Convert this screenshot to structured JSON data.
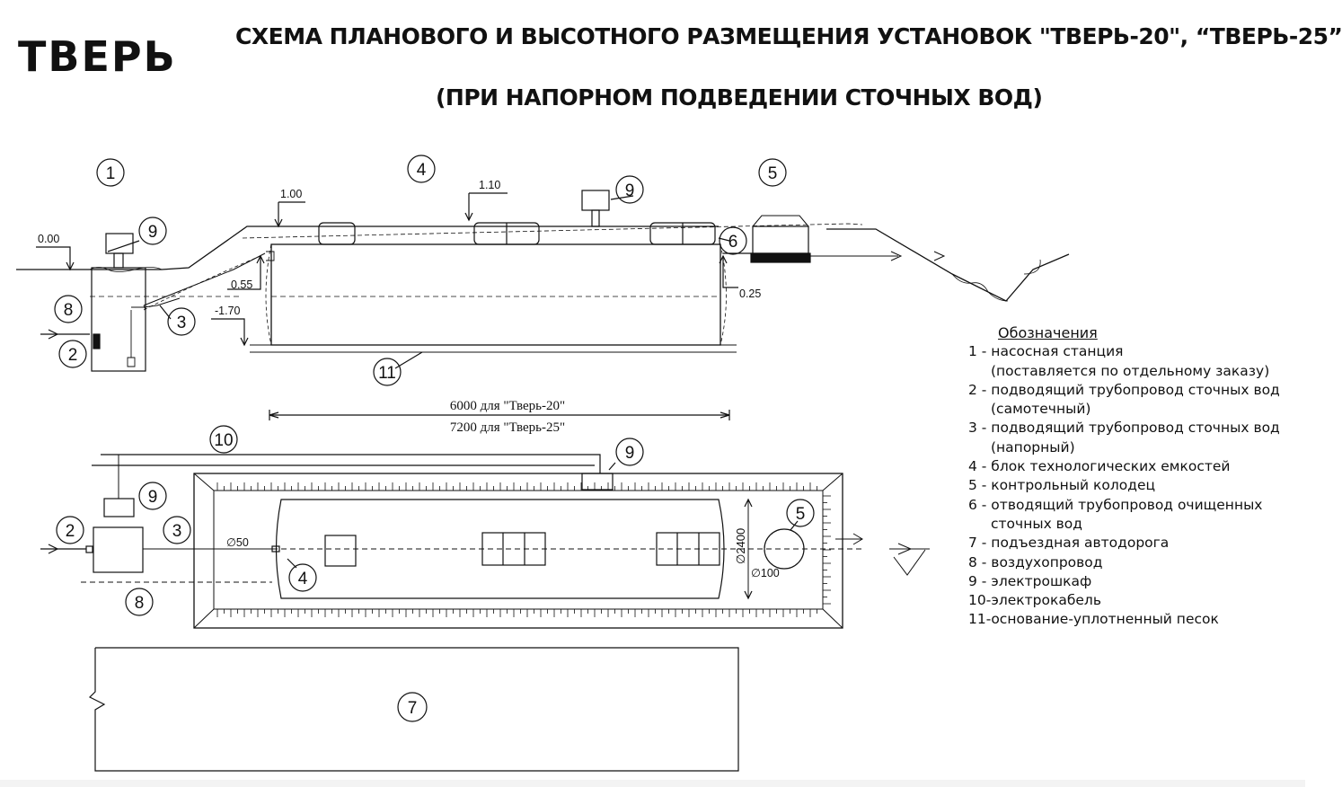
{
  "header": {
    "logo": "ТВЕРЬ",
    "title_line1": "СХЕМА ПЛАНОВОГО И ВЫСОТНОГО РАЗМЕЩЕНИЯ УСТАНОВОК \"ТВЕРЬ-20\", “ТВЕРЬ-25”",
    "title_line2": "(ПРИ НАПОРНОМ  ПОДВЕДЕНИИ СТОЧНЫХ ВОД)"
  },
  "section_view": {
    "elevations": [
      "0.00",
      "1.00",
      "1.10",
      "0.55",
      "-1.70",
      "0.25"
    ],
    "markers": [
      "1",
      "4",
      "5",
      "9",
      "9",
      "6",
      "8",
      "2",
      "3",
      "11"
    ],
    "length_note": [
      "6000  для \"Тверь-20\"",
      "7200  для \"Тверь-25\""
    ]
  },
  "plan_view": {
    "markers": [
      "10",
      "9",
      "9",
      "2",
      "3",
      "5",
      "4",
      "8",
      "7"
    ],
    "dims": [
      "∅50",
      "∅2400",
      "∅100"
    ]
  },
  "legend": {
    "heading": "Обозначения",
    "items": [
      "1 - насосная станция",
      "(поставляется по отдельному заказу)",
      "2 - подводящий трубопровод сточных вод",
      "(самотечный)",
      "3 - подводящий трубопровод сточных вод",
      "(напорный)",
      "4 - блок технологических емкостей",
      "5 - контрольный колодец",
      "6 - отводящий трубопровод очищенных",
      "сточных вод",
      "7 - подъездная автодорога",
      "8 - воздухопровод",
      "9 - электрошкаф",
      "10-электрокабель",
      "11-основание-уплотненный песок"
    ]
  }
}
